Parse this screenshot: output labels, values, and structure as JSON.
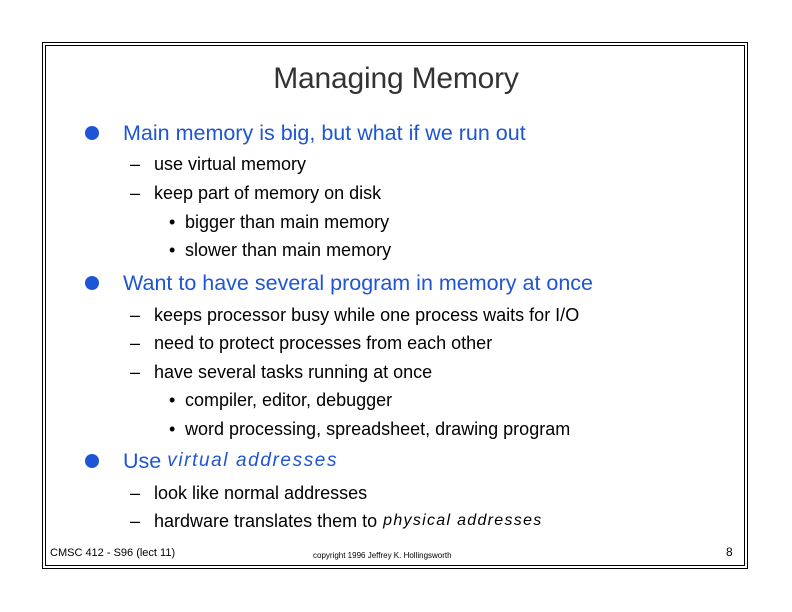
{
  "slide": {
    "title": "Managing Memory",
    "bullets": [
      {
        "text": "Main memory is big, but what if we run out",
        "subs": [
          {
            "dash": "–",
            "text": "use virtual memory"
          },
          {
            "dash": "–",
            "text": "keep part of memory on disk"
          }
        ],
        "subsubs": [
          {
            "mark": "•",
            "text": "bigger than main memory"
          },
          {
            "mark": "•",
            "text": "slower than main memory"
          }
        ]
      },
      {
        "text": "Want to have several program in memory at once",
        "subs": [
          {
            "dash": "–",
            "text": "keeps processor busy while one process waits for I/O"
          },
          {
            "dash": "–",
            "text": "need to protect processes from each other"
          },
          {
            "dash": "–",
            "text": "have several tasks running at once"
          }
        ],
        "subsubs": [
          {
            "mark": "•",
            "text": "compiler, editor, debugger"
          },
          {
            "mark": "•",
            "text": "word processing, spreadsheet, drawing program"
          }
        ]
      },
      {
        "text": "Use",
        "italic": "virtual addresses",
        "subs": [
          {
            "dash": "–",
            "text": "look like normal addresses"
          },
          {
            "dash": "–",
            "text": "hardware translates them to",
            "italic": "physical addresses"
          }
        ]
      }
    ],
    "footer": {
      "course": "CMSC 412 - S96 (lect 11)",
      "copyright": "copyright 1996 Jeffrey K. Hollingsworth",
      "page": "8"
    },
    "colors": {
      "accent": "#1e55d6",
      "title": "#333333",
      "text": "#000000"
    }
  }
}
